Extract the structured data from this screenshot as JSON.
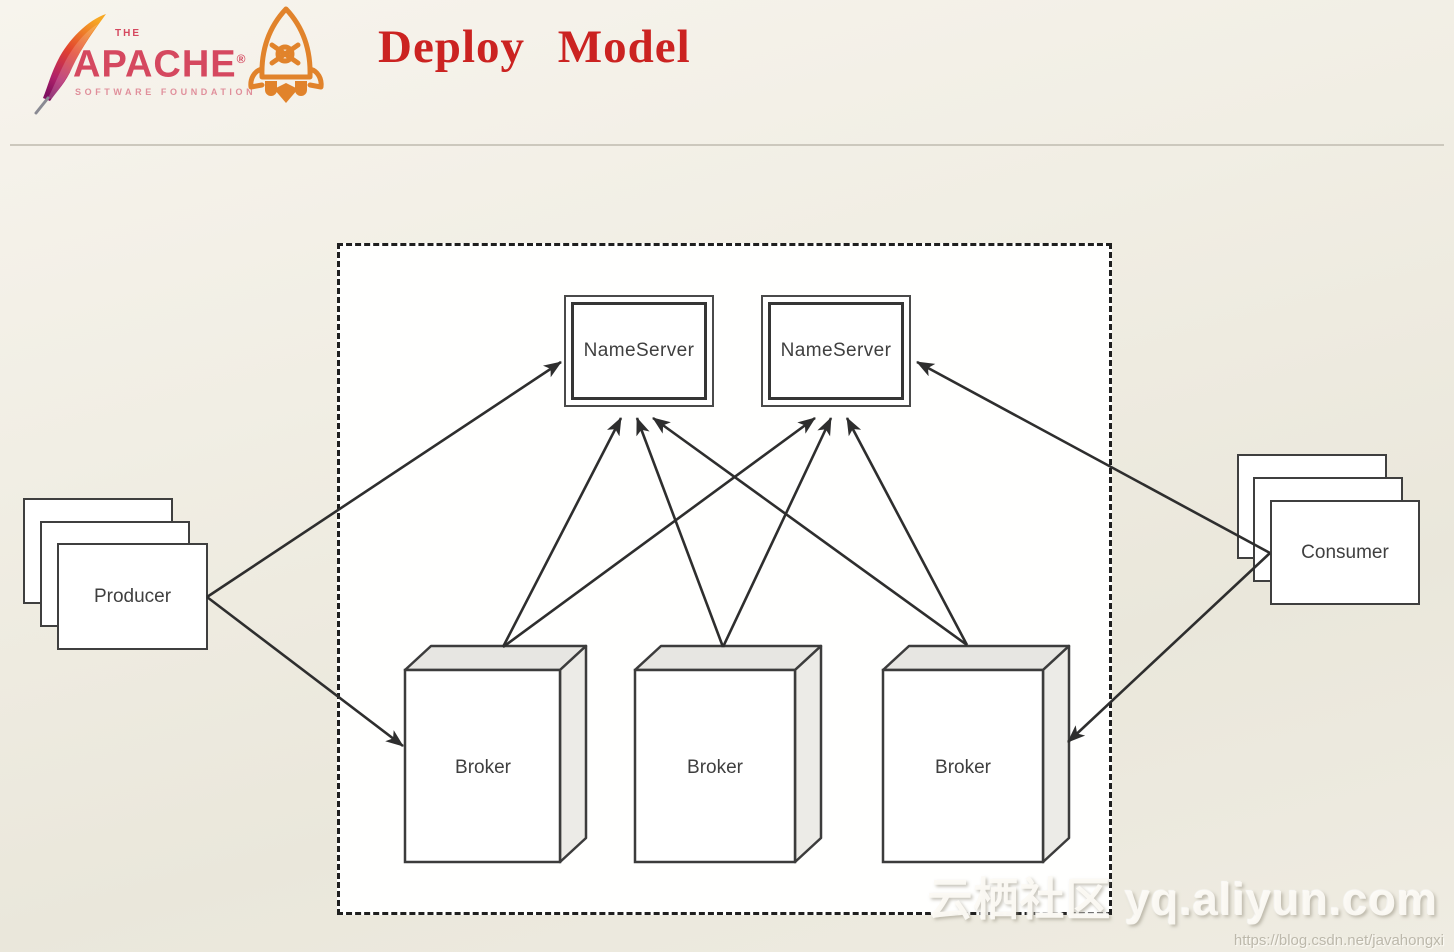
{
  "header": {
    "apache": {
      "the": "THE",
      "name": "APACHE",
      "registered": "®",
      "subtitle": "SOFTWARE FOUNDATION"
    },
    "title": "Deploy Model"
  },
  "diagram": {
    "nameservers": [
      {
        "id": "nameserver-1",
        "label": "NameServer"
      },
      {
        "id": "nameserver-2",
        "label": "NameServer"
      }
    ],
    "brokers": [
      {
        "id": "broker-1",
        "label": "Broker"
      },
      {
        "id": "broker-2",
        "label": "Broker"
      },
      {
        "id": "broker-3",
        "label": "Broker"
      }
    ],
    "producer": {
      "label": "Producer"
    },
    "consumer": {
      "label": "Consumer"
    },
    "edges": [
      {
        "from": "producer",
        "to": "nameserver-1"
      },
      {
        "from": "producer",
        "to": "broker-1"
      },
      {
        "from": "broker-1",
        "to": "nameserver-1"
      },
      {
        "from": "broker-1",
        "to": "nameserver-2"
      },
      {
        "from": "broker-2",
        "to": "nameserver-1"
      },
      {
        "from": "broker-2",
        "to": "nameserver-2"
      },
      {
        "from": "broker-3",
        "to": "nameserver-1"
      },
      {
        "from": "broker-3",
        "to": "nameserver-2"
      },
      {
        "from": "consumer",
        "to": "nameserver-2"
      },
      {
        "from": "consumer",
        "to": "broker-3"
      }
    ]
  },
  "watermark": {
    "site": "云栖社区 yq.aliyun.com",
    "url": "https://blog.csdn.net/javahongxi"
  },
  "colors": {
    "title_red": "#cb2321",
    "apache_pink": "#d5485f",
    "rocket_orange": "#e1832b",
    "line_dark": "#2e2e2e",
    "bg_outer": "#f0ede3",
    "bg_inner": "#ffffff"
  }
}
